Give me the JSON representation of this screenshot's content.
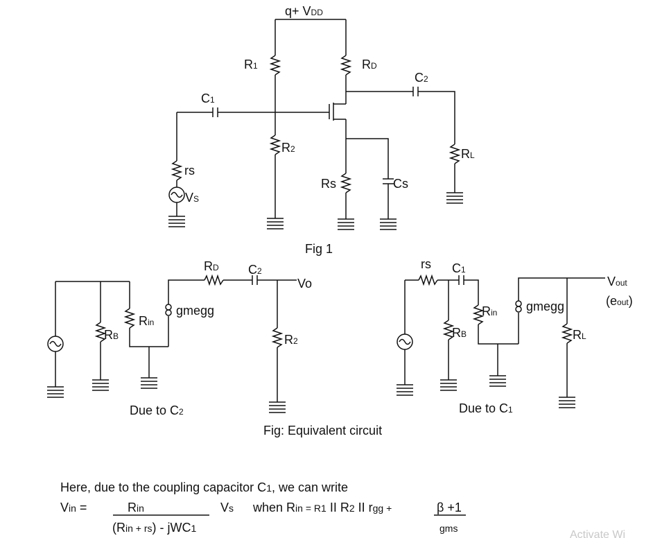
{
  "fig1": {
    "vdd": "q+ V",
    "vdd_sub": "DD",
    "r1": "R",
    "r1_sub": "1",
    "rd": "R",
    "rd_sub": "D",
    "c1": "C",
    "c1_sub": "1",
    "c2": "C",
    "c2_sub": "2",
    "r2": "R",
    "r2_sub": "2",
    "rs_small": "rs",
    "vs": "V",
    "vs_sub": "S",
    "rs": "Rs",
    "cs": "Cs",
    "rl": "R",
    "rl_sub": "L",
    "caption": "Fig 1"
  },
  "eq_left": {
    "rd": "R",
    "rd_sub": "D",
    "c2": "C",
    "c2_sub": "2",
    "vo": "Vo",
    "rin": "R",
    "rin_sub": "in",
    "gmegg": "gmegg",
    "rb": "R",
    "rb_sub": "B",
    "r2": "R",
    "r2_sub": "2",
    "caption": "Due to C",
    "caption_sub": "2"
  },
  "eq_right": {
    "rs": "rs",
    "c1": "C",
    "c1_sub": "1",
    "vout": "V",
    "vout_sub": "out",
    "eout": "(e",
    "eout_sub": "out",
    "eout_end": ")",
    "rin": "R",
    "rin_sub": "in",
    "gmegg": "gmegg",
    "rb": "R",
    "rb_sub": "B",
    "rl": "R",
    "rl_sub": "L",
    "caption": "Due to C",
    "caption_sub": "1"
  },
  "equiv_caption": "Fig: Equivalent circuit",
  "text": {
    "line1_a": "Here, due to the coupling capacitor C",
    "line1_sub": "1",
    "line1_b": ", we can write",
    "vin": "V",
    "vin_sub": "in",
    "vin_eq": " =",
    "num": "R",
    "num_sub": "in",
    "den_a": "(R",
    "den_sub1": "in",
    "den_b": " + r",
    "den_sub2": "s",
    "den_c": ") - jWC",
    "den_sub3": "1",
    "vs": "V",
    "vs_sub": "s",
    "when": "when R",
    "when_sub": "in",
    "rhs_a": " = R",
    "rhs_sub1": "1",
    "rhs_b": " II R",
    "rhs_sub2": "2",
    "rhs_c": " II r",
    "rhs_sub3": "gg",
    "rhs_d": "  +",
    "beta": "β +1",
    "gms": "gms"
  },
  "watermark": "Activate Wi"
}
